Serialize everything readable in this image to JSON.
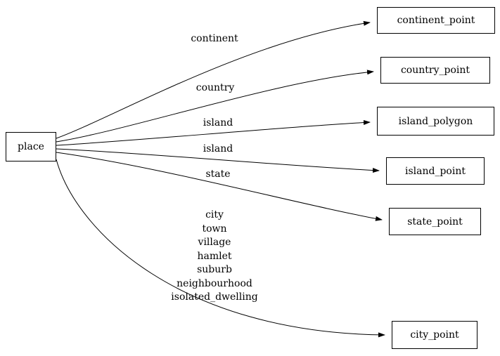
{
  "diagram": {
    "background_color": "#ffffff",
    "stroke_color": "#000000",
    "nodes": [
      {
        "id": "place",
        "label": "place"
      },
      {
        "id": "continent_point",
        "label": "continent_point"
      },
      {
        "id": "country_point",
        "label": "country_point"
      },
      {
        "id": "island_polygon",
        "label": "island_polygon"
      },
      {
        "id": "island_point",
        "label": "island_point"
      },
      {
        "id": "state_point",
        "label": "state_point"
      },
      {
        "id": "city_point",
        "label": "city_point"
      }
    ],
    "edges": [
      {
        "from": "place",
        "to": "continent_point",
        "label": "continent"
      },
      {
        "from": "place",
        "to": "country_point",
        "label": "country"
      },
      {
        "from": "place",
        "to": "island_polygon",
        "label": "island"
      },
      {
        "from": "place",
        "to": "island_point",
        "label": "island"
      },
      {
        "from": "place",
        "to": "state_point",
        "label": "state"
      },
      {
        "from": "place",
        "to": "city_point",
        "lines": [
          "city",
          "town",
          "village",
          "hamlet",
          "suburb",
          "neighbourhood",
          "isolated_dwelling"
        ]
      }
    ]
  }
}
